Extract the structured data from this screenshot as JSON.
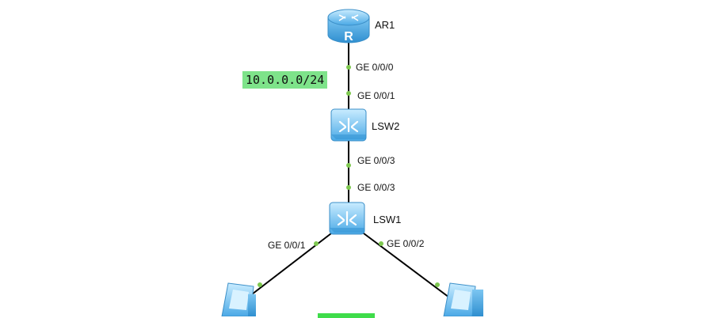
{
  "devices": {
    "router": {
      "name": "AR1",
      "letter": "R"
    },
    "switch_top": {
      "name": "LSW2"
    },
    "switch_bottom": {
      "name": "LSW1"
    }
  },
  "ports": {
    "ar1_ge000": "GE 0/0/0",
    "lsw2_ge001": "GE 0/0/1",
    "lsw2_ge003": "GE 0/0/3",
    "lsw1_ge003": "GE 0/0/3",
    "lsw1_ge001": "GE 0/0/1",
    "lsw1_ge002": "GE 0/0/2"
  },
  "networks": {
    "top_subnet": "10.0.0.0/24"
  },
  "colors": {
    "link": "#000000",
    "port_dot": "#7ec850",
    "device_blue": "#5bb8f0",
    "subnet_bg": "#7ee38a"
  }
}
